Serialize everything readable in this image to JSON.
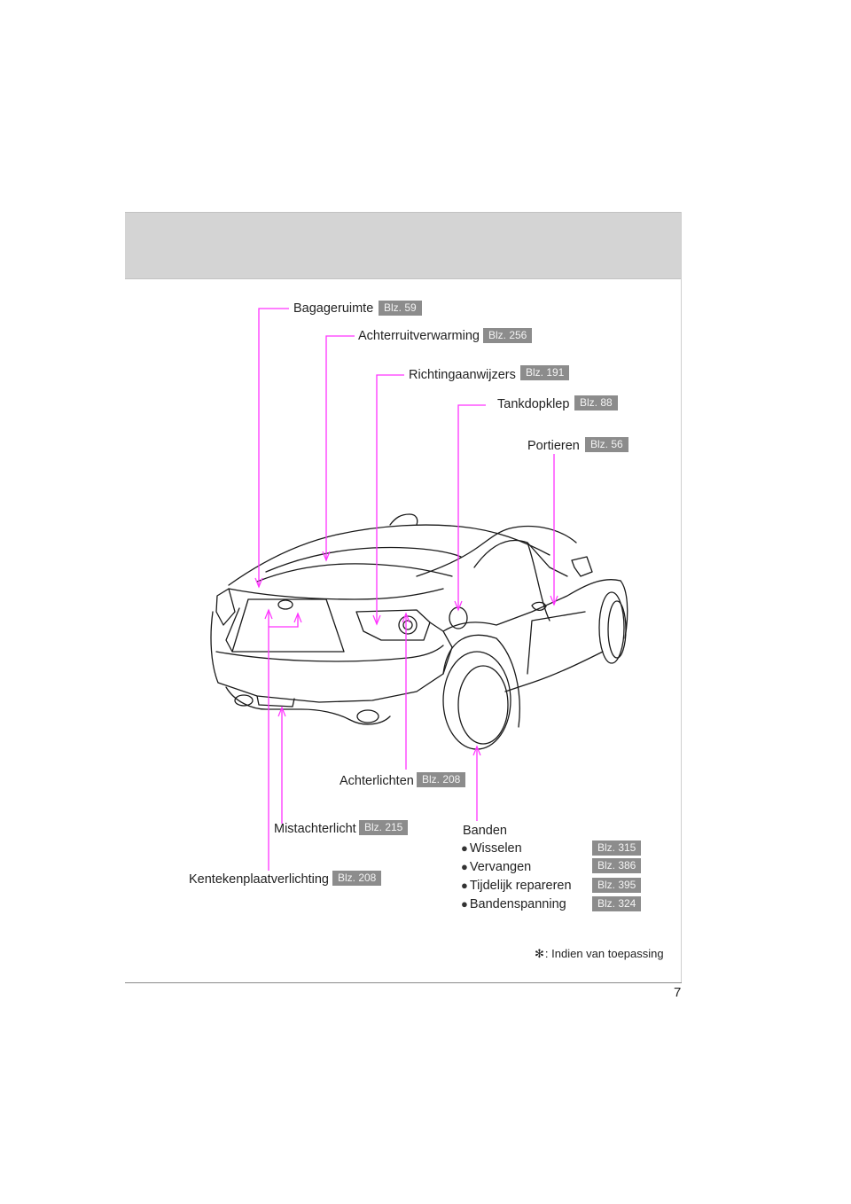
{
  "page_number": "7",
  "labels": {
    "bagageruimte": {
      "text": "Bagageruimte",
      "ref": "Blz. 59"
    },
    "achterruitverwarming": {
      "text": "Achterruitverwarming",
      "ref": "Blz. 256"
    },
    "richtingaanwijzers": {
      "text": "Richtingaanwijzers",
      "ref": "Blz. 191"
    },
    "tankdopklep": {
      "text": "Tankdopklep",
      "ref": "Blz. 88"
    },
    "portieren": {
      "text": "Portieren",
      "ref": "Blz. 56"
    },
    "achterlichten": {
      "text": "Achterlichten",
      "ref": "Blz. 208"
    },
    "mistachterlicht": {
      "text": "Mistachterlicht",
      "ref": "Blz. 215"
    },
    "kentekenplaatverlichting": {
      "text": "Kentekenplaatverlichting",
      "ref": "Blz. 208"
    }
  },
  "banden": {
    "title": "Banden",
    "items": [
      {
        "bullet": "●",
        "text": "Wisselen",
        "ref": "Blz. 315"
      },
      {
        "bullet": "●",
        "text": "Vervangen",
        "ref": "Blz. 386"
      },
      {
        "bullet": "●",
        "text": "Tijdelijk repareren",
        "ref": "Blz. 395"
      },
      {
        "bullet": "●",
        "text": "Bandenspanning",
        "ref": "Blz. 324"
      }
    ]
  },
  "footnote": {
    "symbol": "✻",
    "text": ": Indien van toepassing"
  },
  "colors": {
    "leader": "#ff33ff",
    "ref_badge": "#8c8c8c",
    "header_band": "#d4d4d4"
  },
  "icons": [
    "car-rear-outline"
  ]
}
